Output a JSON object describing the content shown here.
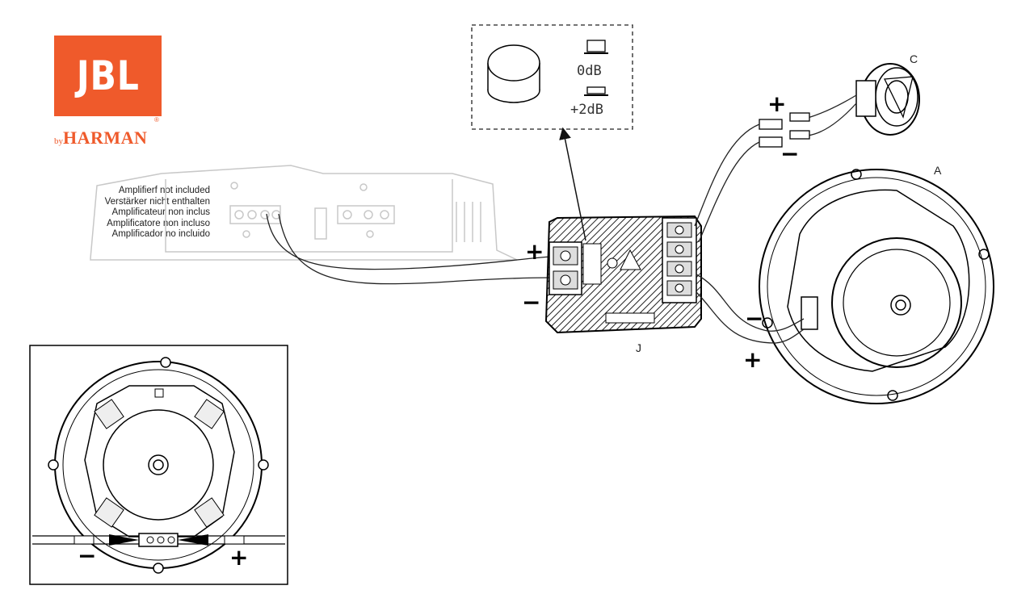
{
  "logo": {
    "brand": "JBL",
    "by": "by",
    "company": "HARMAN",
    "trademark": "®"
  },
  "amplifier_note": [
    "Amplifierf not included",
    "Verstärker nicht enthalten",
    "Amplificateur non inclus",
    "Amplificatore non incluso",
    "Amplificador no incluido"
  ],
  "parts": {
    "tweeter": "C",
    "woofer": "A",
    "crossover": "J"
  },
  "tweeter_level": {
    "option_1": "0dB",
    "option_2": "+2dB"
  },
  "polarity": {
    "positive": "+",
    "negative": "−"
  }
}
